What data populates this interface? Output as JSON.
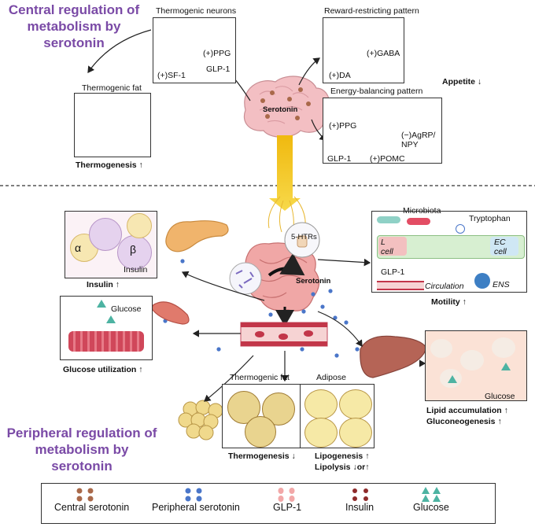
{
  "central_title": "Central regulation of metabolism by serotonin",
  "peripheral_title": "Peripheral regulation of metabolism by serotonin",
  "central": {
    "thermogenic_neurons": "Thermogenic neurons",
    "ppg": "(+)PPG",
    "glp1": "GLP-1",
    "sf1": "(+)SF-1",
    "thermogenic_fat": "Thermogenic fat",
    "thermogenesis": "Thermogenesis",
    "reward_pattern": "Reward-restricting pattern",
    "gaba": "(+)GABA",
    "da": "(+)DA",
    "appetite": "Appetite",
    "energy_pattern": "Energy-balancing pattern",
    "eb_ppg": "(+)PPG",
    "eb_glp1": "GLP-1",
    "agrp": "(−)AgRP/\nNPY",
    "pomc": "(+)POMC",
    "serotonin": "Serotonin"
  },
  "peripheral": {
    "htrs": "5-HTRs",
    "serotonin": "Serotonin",
    "alpha": "α",
    "beta": "β",
    "insulin_in": "Insulin",
    "insulin": "Insulin",
    "glucose_in": "Glucose",
    "glucose_utilization": "Glucose utilization",
    "microbiota": "Microbiota",
    "tryptophan": "Tryptophan",
    "l_cell": "L\ncell",
    "ec_cell": "EC\ncell",
    "glp1": "GLP-1",
    "circulation": "Circulation",
    "ens": "ENS",
    "motility": "Motility",
    "liver_glucose": "Glucose",
    "lipid_accumulation": "Lipid accumulation",
    "gluconeogenesis": "Gluconeogenesis",
    "thermogenic_fat": "Thermogenic fat",
    "adipose": "Adipose",
    "thermogenesis": "Thermogenesis",
    "lipogenesis": "Lipogenesis",
    "lipolysis": "Lipolysis",
    "or": "or"
  },
  "legend": [
    {
      "label": "Central serotonin",
      "color": "#a9694a"
    },
    {
      "label": "Peripheral serotonin",
      "color": "#4a76c9"
    },
    {
      "label": "GLP-1",
      "color": "#f2a8a8"
    },
    {
      "label": "Insulin",
      "color": "#8e2b2b"
    },
    {
      "label": "Glucose",
      "color": "#4db3a2"
    }
  ],
  "colors": {
    "heading": "#7a4aa6",
    "fat_cell": "#f3e7b6",
    "brown_fat": "#e6cf8c",
    "vessel": "#b8283c",
    "spinal": "#f2c21b"
  }
}
